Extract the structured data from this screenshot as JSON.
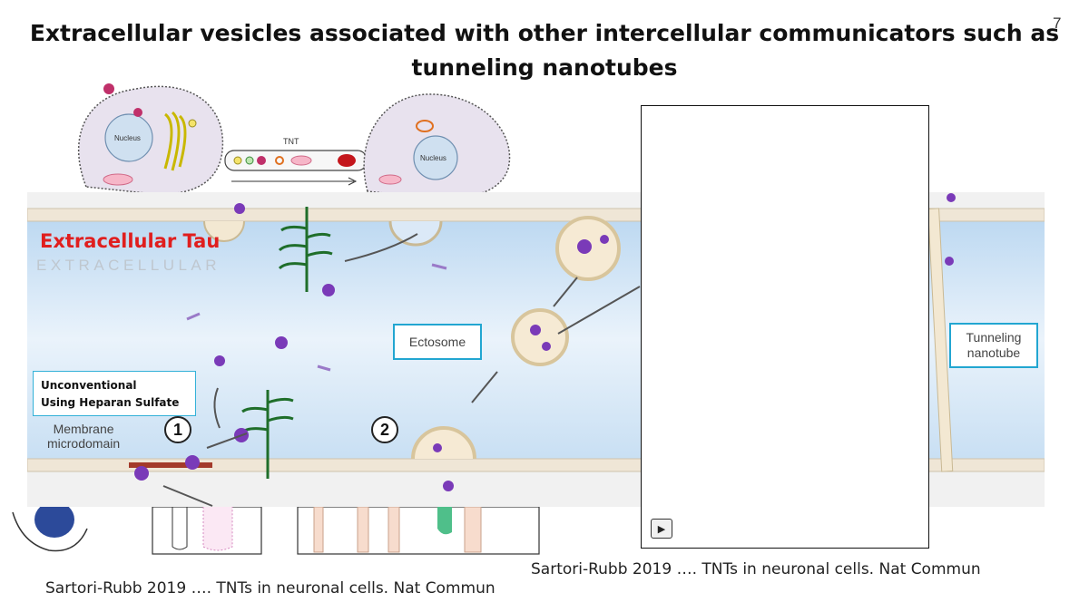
{
  "slide": {
    "title_line1": "Extracellular vesicles associated with other intercellular communicators such as",
    "title_line2": "tunneling nanotubes",
    "number": "7"
  },
  "top_figure": {
    "nucleus_left": "Nucleus",
    "nucleus_right": "Nucleus",
    "tnt_label": "TNT"
  },
  "tau_figure": {
    "title": "Extracellular Tau",
    "extracellular_label": "EXTRACELLULAR",
    "unconventional_line1": "Unconventional",
    "unconventional_line2": "Using Heparan Sulfate",
    "membrane_line1": "Membrane",
    "membrane_line2": "microdomain",
    "step1": "1",
    "step2": "2",
    "ectosome": "Ectosome",
    "tunneling_line1": "Tunneling",
    "tunneling_line2": "nanotube"
  },
  "citations": {
    "right": "Sartori-Rubb 2019 …. TNTs in neuronal cells. Nat Commun",
    "left": "Sartori-Rubb 2019 …. TNTs in neuronal cells. Nat Commun"
  },
  "colors": {
    "title_red": "#e01e1e",
    "box_blue": "#22a6d1",
    "tau_purple": "#7a3ab8",
    "heparan_green": "#1f6e2a",
    "extracellular_blue": "#cfe3f5"
  },
  "video": {
    "play_icon": "▶"
  }
}
